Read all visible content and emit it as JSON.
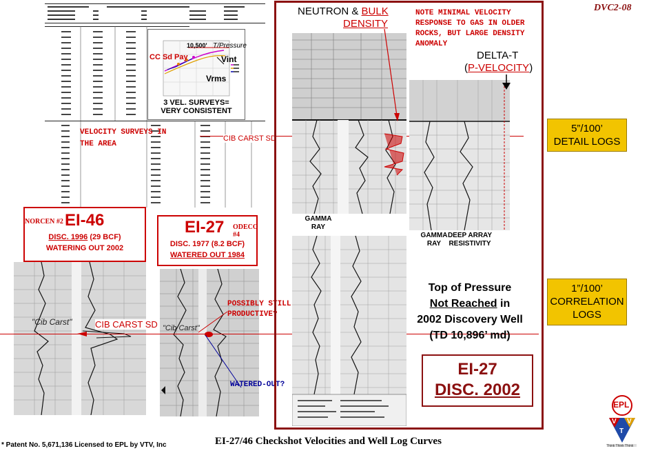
{
  "slide_id": "DVC2-08",
  "slide_title": "EI-27/46 Checkshot Velocities and Well Log Curves",
  "patent": "* Patent No. 5,671,136 Licensed to EPL by VTV, Inc",
  "velocity_chart": {
    "depth_label": "10,500'",
    "legend_label": "T/Pressure",
    "series_labels": [
      "Vint",
      "Vrms"
    ],
    "cc_sd_pay": "CC Sd Pay",
    "consistency_note": "3 VEL. SURVEYS= VERY CONSISTENT",
    "velocity_surveys_note": "VELOCITY SURVEYS IN THE AREA"
  },
  "cib_carst": {
    "upper_marker": "CIB CARST SD",
    "lower_marker": "CIB CARST SD",
    "log_annotation_1": "\"Cib Carst\"",
    "log_annotation_2": "\"Cib Carst\""
  },
  "well_ei46": {
    "operator": "NORCEN #2",
    "name": "EI-46",
    "disc_year": "DISC. 1996",
    "disc_volume": " (29 BCF)",
    "status": "WATERING OUT 2002"
  },
  "well_ei27_old": {
    "name": "EI-27",
    "operator": "ODECO #4",
    "disc": "DISC. 1977 (8.2 BCF)",
    "status": "WATERED OUT 1984",
    "note_gas": "POSSIBLY STILL GAS PRODUCTIVE?",
    "note_watered": "WATERED-OUT?"
  },
  "well_ei27_new": {
    "neutron_label": "NEUTRON &",
    "bulk_label": "BULK",
    "density_label": "DENSITY",
    "velocity_note": "NOTE MINIMAL VELOCITY RESPONSE TO GAS IN OLDER ROCKS, BUT LARGE DENSITY ANOMALY",
    "delta_t": "DELTA-T",
    "p_velocity": "P-VELOCITY",
    "gamma_ray_1": "GAMMA RAY",
    "gamma_ray_2": "GAMMA RAY",
    "deep_array": "DEEP ARRAY RESISTIVITY",
    "pressure_line1": "Top of Pressure",
    "pressure_line2a": "Not Reached",
    "pressure_line2b": " in",
    "pressure_line3": "2002 Discovery Well",
    "pressure_line4": "(TD 10,896’ md)",
    "badge_name": "EI-27",
    "badge_disc": "DISC. 2002"
  },
  "scale_boxes": {
    "detail_scale": "5”/100’",
    "detail_label": "DETAIL LOGS",
    "correlation_scale": "1”/100’",
    "correlation_label": "CORRELATION LOGS"
  },
  "logo": {
    "company": "EPL",
    "letters": [
      "V",
      "T",
      "V"
    ],
    "tagline": "Think Think Think"
  },
  "colors": {
    "red": "#cc0000",
    "maroon": "#8b1010",
    "yellow": "#f2c400",
    "navy": "#000099"
  }
}
